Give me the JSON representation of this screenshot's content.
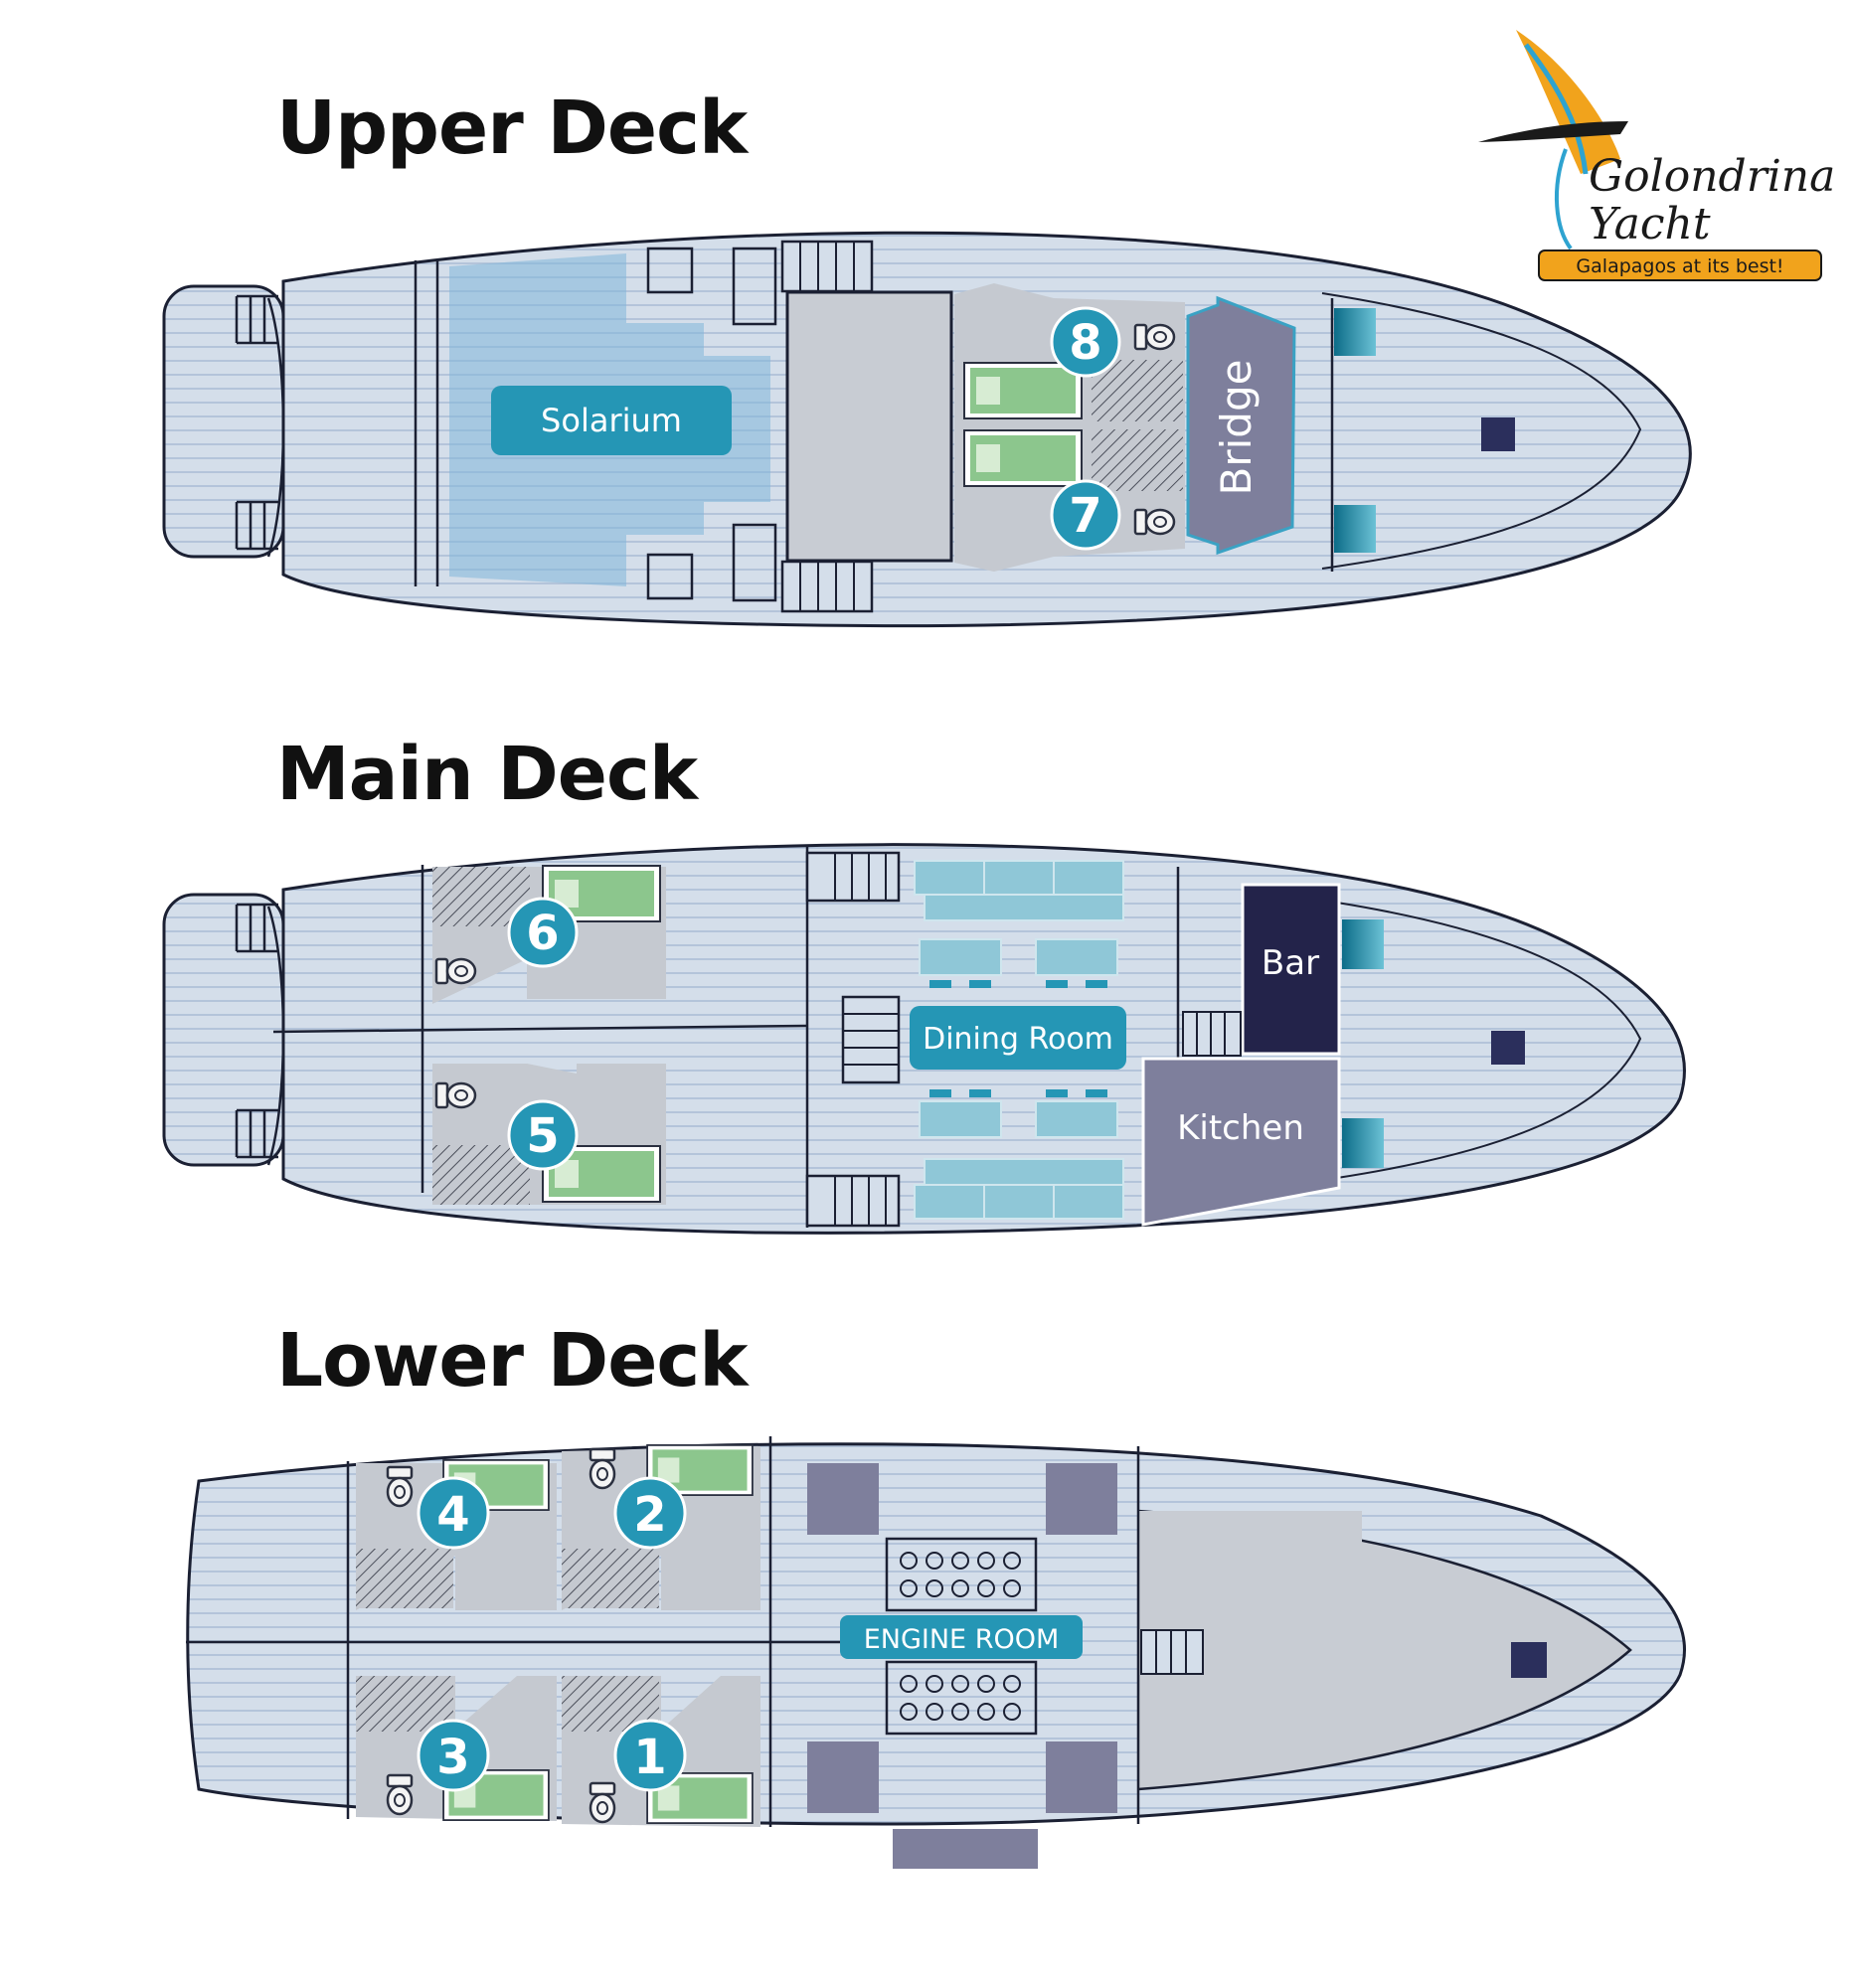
{
  "decks": {
    "upper": {
      "title": "Upper Deck",
      "rooms": {
        "solarium": "Solarium",
        "bridge": "Bridge"
      },
      "cabins": [
        "8",
        "7"
      ]
    },
    "main": {
      "title": "Main Deck",
      "rooms": {
        "dining": "Dining Room",
        "bar": "Bar",
        "kitchen": "Kitchen"
      },
      "cabins": [
        "6",
        "5"
      ]
    },
    "lower": {
      "title": "Lower Deck",
      "rooms": {
        "engine": "ENGINE ROOM"
      },
      "cabins": [
        "4",
        "2",
        "3",
        "1"
      ]
    }
  },
  "logo": {
    "line1": "Golondrina",
    "line2": "Yacht",
    "tagline": "Galapagos at its best!"
  },
  "colors": {
    "hull": "#d4deea",
    "stripe": "#a9bcd4",
    "outline": "#1b2033",
    "teal": "#2596b5",
    "cabin": "#c5c9d0",
    "bed": "#8cc68d",
    "slate": "#7e7f9c",
    "navy": "#23234a",
    "logo_orange": "#f1a31c"
  }
}
